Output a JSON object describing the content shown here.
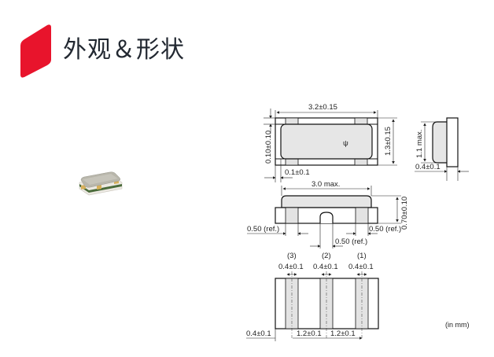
{
  "header": {
    "title": "外观＆形状",
    "accent_color": "#e8142c",
    "logo_icon": "red-parallelogram-icon"
  },
  "photo": {
    "alt": "SMD ceramic resonator component photo"
  },
  "top_view": {
    "width_dim": "3.2±0.15",
    "height_dim": "1.3±0.15",
    "left_offset_dim": "0.10±0.10",
    "bottom_offset_dim": "0.1±0.1",
    "marking": "ψ"
  },
  "side_view_right": {
    "height_dim": "1.1 max.",
    "thickness_dim": "0.4±0.1"
  },
  "front_view": {
    "width_dim": "3.0 max.",
    "height_dim": "0.70±0.10",
    "left_ref_dim": "0.50 (ref.)",
    "right_ref_dim": "0.50 (ref.)",
    "center_ref_dim": "0.50 (ref.)"
  },
  "bottom_view": {
    "terminals": [
      {
        "label": "(3)",
        "width": "0.4±0.1"
      },
      {
        "label": "(2)",
        "width": "0.4±0.1"
      },
      {
        "label": "(1)",
        "width": "0.4±0.1"
      }
    ],
    "edge_dim": "0.4±0.1",
    "pitch_dims": [
      "1.2±0.1",
      "1.2±0.1"
    ]
  },
  "units_note": "(in mm)"
}
